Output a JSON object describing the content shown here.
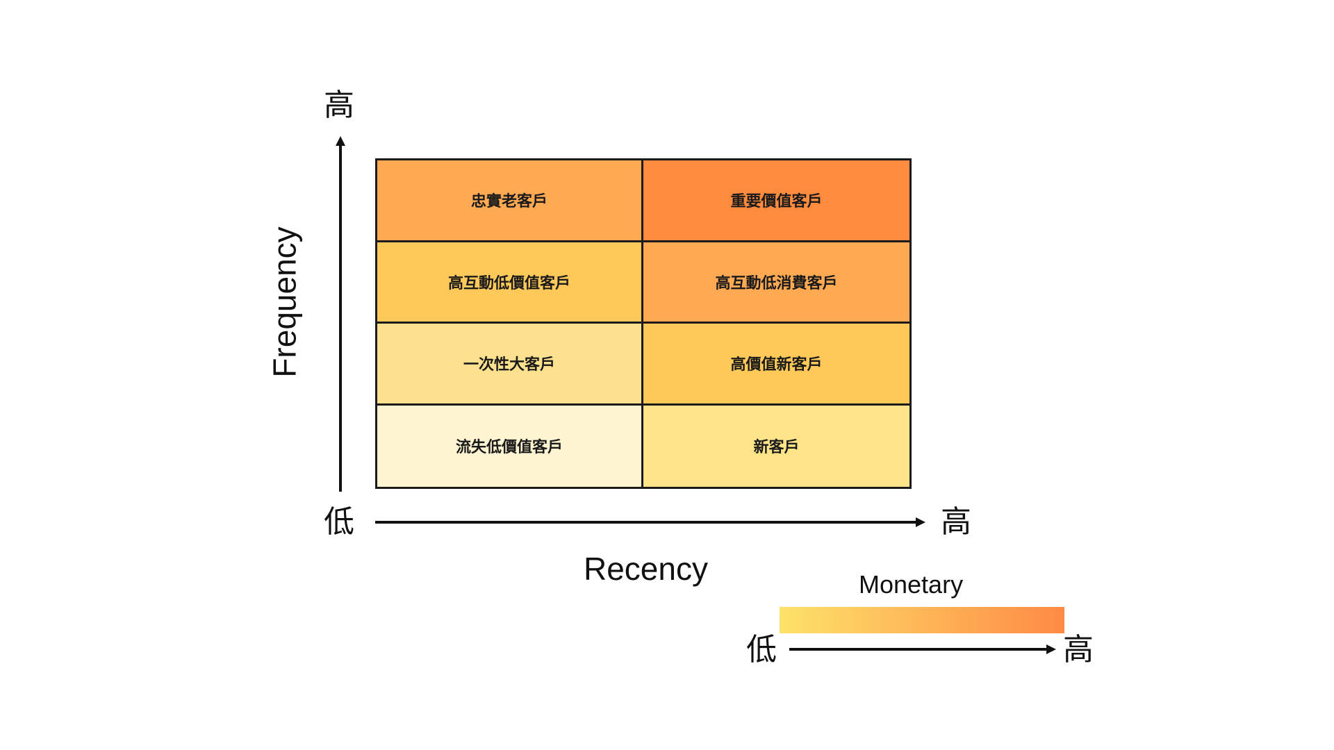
{
  "y_axis": {
    "title": "Frequency",
    "high_label": "高"
  },
  "x_axis": {
    "title": "Recency",
    "low_label": "低",
    "high_label": "高"
  },
  "legend": {
    "title": "Monetary",
    "low_label": "低",
    "high_label": "高",
    "gradient_start": "#fde26a",
    "gradient_end": "#ff8a45"
  },
  "segments": [
    {
      "label": "忠實老客戶",
      "color": "#ffa953"
    },
    {
      "label": "重要價值客戶",
      "color": "#ff8b3e"
    },
    {
      "label": "高互動低價值客戶",
      "color": "#ffc95a"
    },
    {
      "label": "高互動低消費客戶",
      "color": "#ffa953"
    },
    {
      "label": "一次性大客戶",
      "color": "#fde18f"
    },
    {
      "label": "高價值新客戶",
      "color": "#ffc95a"
    },
    {
      "label": "流失低價值客戶",
      "color": "#fff4d1"
    },
    {
      "label": "新客戶",
      "color": "#fde489"
    }
  ]
}
